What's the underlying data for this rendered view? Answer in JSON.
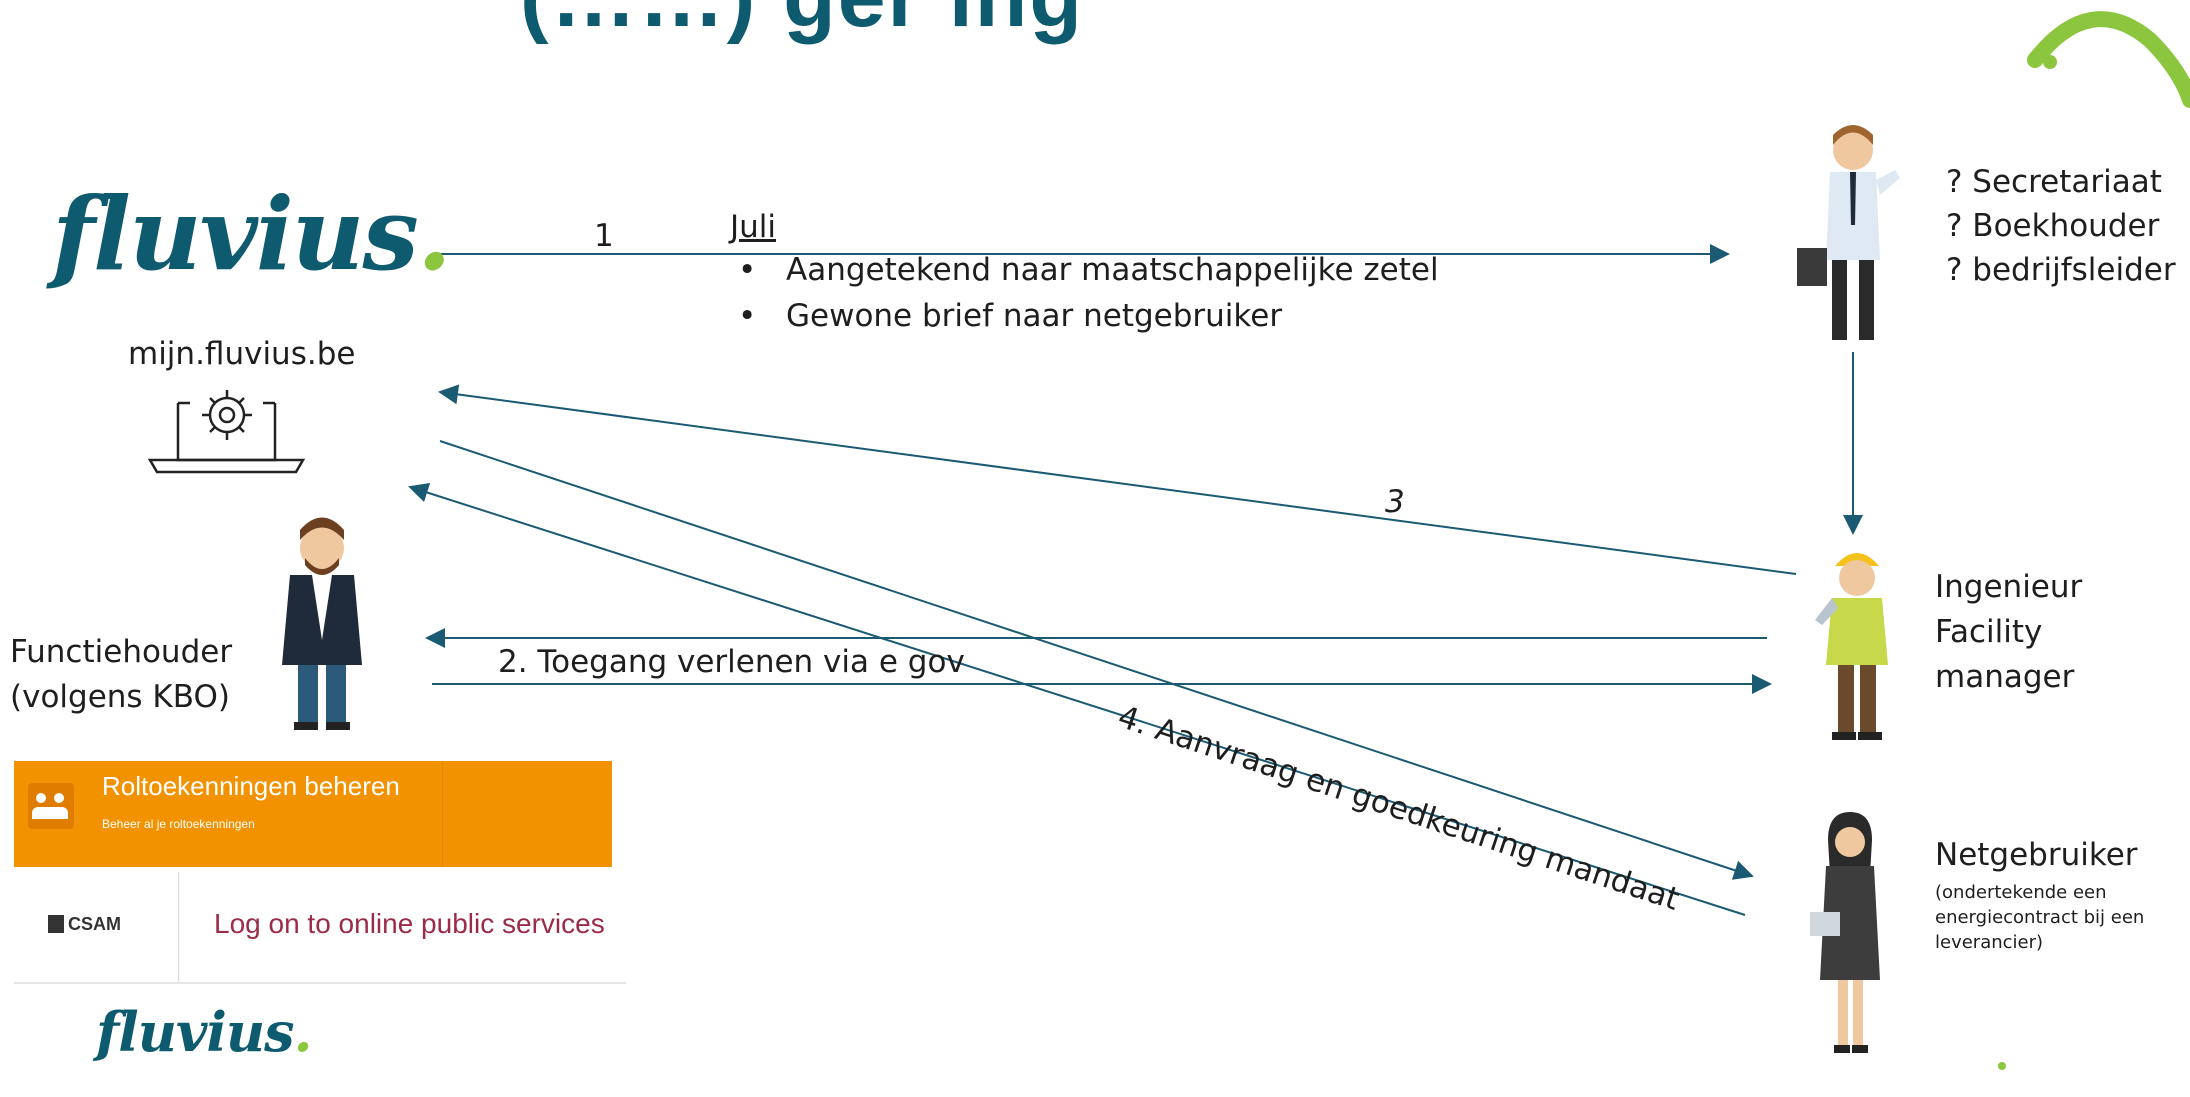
{
  "colors": {
    "arrow": "#1a5a72",
    "accent_green": "#8cc63f",
    "logo_teal": "#0e5a6e",
    "orange": "#f39200",
    "csam_text": "#9b2c47"
  },
  "header": {
    "title_fragment": "(……) ger ing"
  },
  "left": {
    "fluvius_logo_text": "fluvius",
    "site": "mijn.fluvius.be",
    "functiehouder": "Functiehouder",
    "kbo": "(volgens KBO)",
    "role_title": "Roltoekenningen beheren",
    "role_sub": "Beheer al je roltoekenningen",
    "csam": "CSAM",
    "csam_link": "Log on to online public services",
    "fluvius_logo_bottom": "fluvius"
  },
  "arrows": {
    "a1": "1",
    "month": "Juli",
    "bullet1": "Aangetekend naar maatschappelijke zetel",
    "bullet2": "Gewone brief naar netgebruiker",
    "a3": "3",
    "a2": "2. Toegang verlenen via e gov",
    "a4": "4. Aanvraag en goedkeuring mandaat"
  },
  "right": {
    "r1": "? Secretariaat",
    "r2": "? Boekhouder",
    "r3": "? bedrijfsleider",
    "ing1": "Ingenieur",
    "ing2": "Facility manager",
    "net": "Netgebruiker",
    "net_sub1": "(ondertekende een",
    "net_sub2": "energiecontract bij een",
    "net_sub3": "leverancier)"
  }
}
